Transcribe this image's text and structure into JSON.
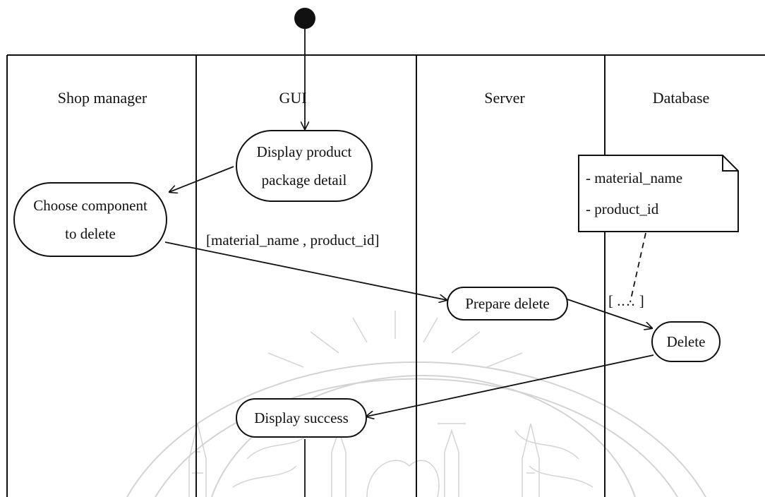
{
  "lanes": [
    {
      "name": "Shop manager"
    },
    {
      "name": "GUI"
    },
    {
      "name": "Server"
    },
    {
      "name": "Database"
    }
  ],
  "activities": {
    "display_detail": "Display  product\npackage detail",
    "choose_component": "Choose component\nto delete",
    "prepare_delete": "Prepare delete",
    "delete": "Delete",
    "display_success": "Display  success"
  },
  "guards": {
    "flow_guard": "[material_name , product_id]",
    "note_guard": "[ .… ]"
  },
  "note": {
    "lines": [
      "- material_name",
      "- product_id"
    ]
  }
}
